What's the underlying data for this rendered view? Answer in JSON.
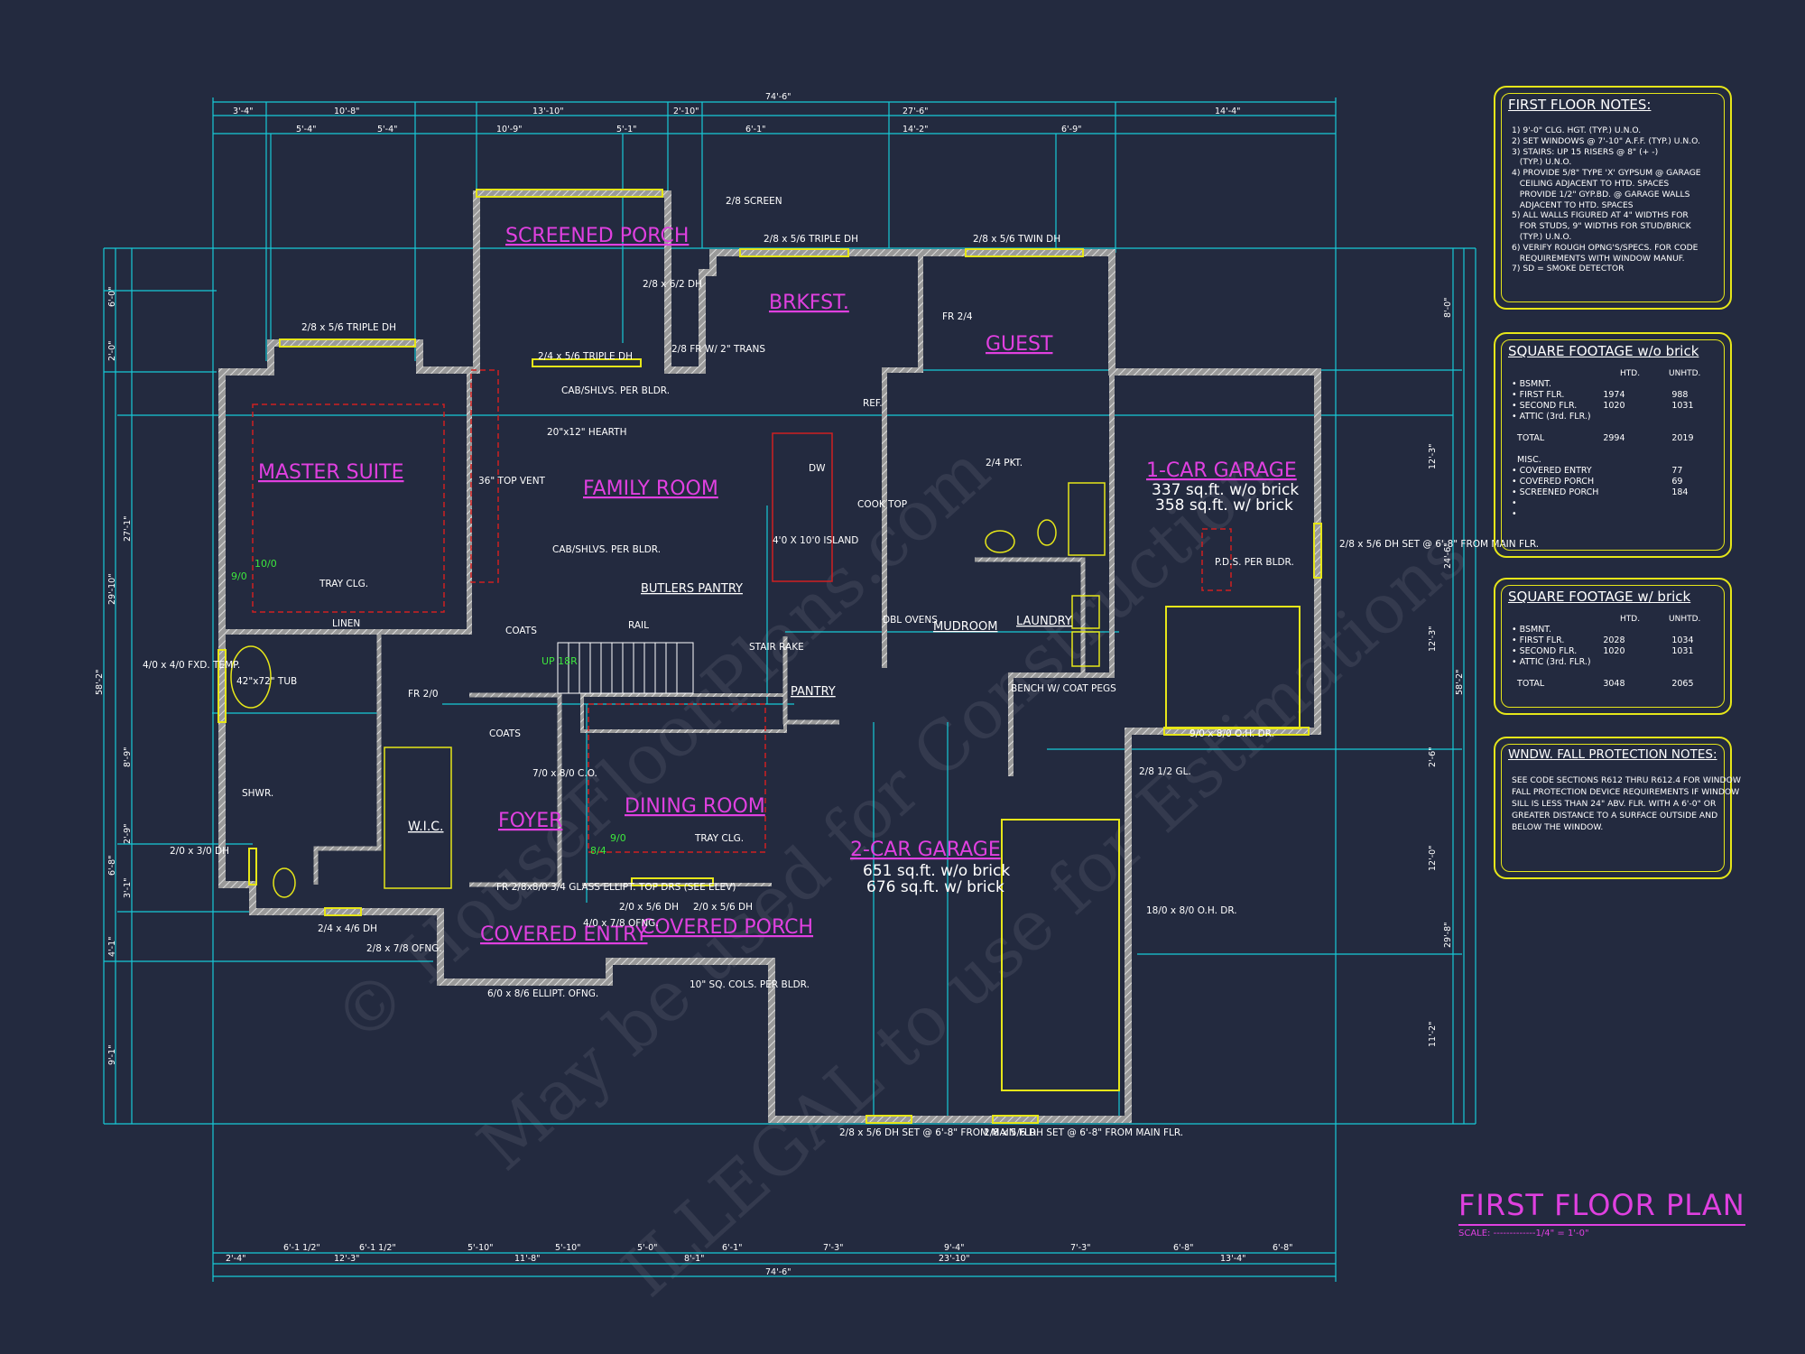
{
  "plan_title": "FIRST FLOOR PLAN",
  "plan_scale": "SCALE: -------------1/4\" = 1'-0\"",
  "watermark": [
    "© HouseFloorPlans.com",
    "May be used for Construction",
    "ILLEGAL to use for Estimations"
  ],
  "rooms": {
    "screened_porch": "SCREENED PORCH",
    "brkfst": "BRKFST.",
    "guest": "GUEST",
    "master_suite": "MASTER SUITE",
    "family_room": "FAMILY ROOM",
    "one_car_garage": "1-CAR GARAGE",
    "one_car_garage_area1": "337 sq.ft. w/o brick",
    "one_car_garage_area2": "358 sq.ft. w/ brick",
    "mudroom": "MUDROOM",
    "laundry": "LAUNDRY",
    "pantry": "PANTRY",
    "butlers_pantry": "BUTLERS PANTRY",
    "wic": "W.I.C.",
    "foyer": "FOYER",
    "dining_room": "DINING ROOM",
    "covered_entry": "COVERED ENTRY",
    "covered_porch": "COVERED PORCH",
    "two_car_garage": "2-CAR GARAGE",
    "two_car_garage_area1": "651 sq.ft. w/o brick",
    "two_car_garage_area2": "676 sq.ft. w/ brick"
  },
  "labels": {
    "screen": "2/8 SCREEN",
    "triple_dh_top": "2/8 x 5/6 TRIPLE DH",
    "twin_dh_top": "2/8 x 5/6 TWIN DH",
    "triple_dh_master": "2/8 x 5/6 TRIPLE DH",
    "triple_dh_porch": "2/4 x 5/6 TRIPLE DH",
    "cab_shlvs_1": "CAB/SHLVS. PER BLDR.",
    "hearth": "20\"x12\" HEARTH",
    "top_vent": "36\" TOP VENT",
    "cab_shlvs_2": "CAB/SHLVS. PER BLDR.",
    "island": "4'0 X 10'0 ISLAND",
    "cook_top": "COOK TOP",
    "dw": "DW",
    "ref": "REF.",
    "pkt": "2/4 PKT.",
    "tray_clg_master": "TRAY CLG.",
    "linen": "LINEN",
    "coats1": "COATS",
    "coats2": "COATS",
    "rail": "RAIL",
    "stair_rake": "STAIR RAKE",
    "dbl_ovens": "DBL OVENS",
    "bench": "BENCH W/ COAT PEGS",
    "tub": "42\"x72\" TUB",
    "fxd_temp": "4/0 x 4/0 FXD. TEMP.",
    "shwr": "SHWR.",
    "dh_master_bath": "2/0 x 3/0 DH",
    "dh_wic": "2/4 x 4/6 DH",
    "ofng_entry": "2/8 x 7/8 OFNG.",
    "fr_doors": "FR 2/8x8/0 3/4 GLASS ELLIPT. TOP DRS (SEE ELEV)",
    "ofng_7_8": "4/0 x 7/8 OFNG.",
    "ellipt": "6/0 x 8/6 ELLIPT. OFNG.",
    "sq_cols": "10\" SQ. COLS. PER BLDR.",
    "co_dining": "7/0 x 8/0 C.O.",
    "tray_clg_dining": "TRAY CLG.",
    "dh_dining_1": "2/0 x 5/6 DH",
    "dh_dining_2": "2/0 x 5/6 DH",
    "pds": "P.D.S. PER BLDR.",
    "dh_garage_side": "2/8 x 5/6 DH SET @ 6'-8\" FROM MAIN FLR.",
    "oh_dr_1": "9/0 x 8/0 O.H. DR.",
    "oh_dr_2": "18/0 x 8/0 O.H. DR.",
    "half_gl": "2/8 1/2 GL.",
    "dh_bottom_1": "2/8 x 5/6 DH SET @ 6'-8\" FROM MAIN FLR.",
    "dh_bottom_2": "2/8 x 5/6 DH SET @ 6'-8\" FROM MAIN FLR.",
    "up_18r": "UP 18R",
    "fr_2_0": "FR 2/0",
    "fr_2_4": "FR 2/4",
    "trans": "2/8 FR W/ 2\" TRANS",
    "dr_2_6_2": "2/8 x 6/2 DH",
    "sd_9": "9/0",
    "sd_10": "10/0",
    "sd_84": "8/4",
    "sd_90b": "9/0"
  },
  "dims_top": [
    "3'-4\"",
    "10'-8\"",
    "13'-10\"",
    "2'-10\"",
    "27'-6\"",
    "14'-4\""
  ],
  "dims_top2": [
    "5'-4\"",
    "5'-4\"",
    "10'-9\"",
    "5'-1\"",
    "6'-1\"",
    "14'-2\"",
    "6'-9\""
  ],
  "dim_overall_top": "74'-6\"",
  "dims_bottom": [
    "6'-1 1/2\"",
    "6'-1 1/2\"",
    "5'-10\"",
    "5'-10\"",
    "5'-0\"",
    "6'-1\"",
    "7'-3\"",
    "9'-4\"",
    "7'-3\"",
    "6'-8\"",
    "6'-8\""
  ],
  "dims_bottom2": [
    "2'-4\"",
    "12'-3\"",
    "11'-8\"",
    "8'-1\"",
    "23'-10\"",
    "13'-4\""
  ],
  "dim_overall_bottom": "74'-6\"",
  "dims_left": [
    "6'-0\"",
    "2'-0\"",
    "27'-1\"",
    "29'-10\"",
    "8'-9\"",
    "2'-9\"",
    "6'-8\"",
    "3'-1\"",
    "4'-1\"",
    "9'-1\""
  ],
  "dim_overall_left": "58'-2\"",
  "dims_right": [
    "8'-0\"",
    "12'-3\"",
    "24'-6\"",
    "12'-3\"",
    "2'-6\"",
    "12'-0\"",
    "29'-8\"",
    "11'-2\""
  ],
  "dim_overall_right": "58'-2\"",
  "notes_first_floor": {
    "title": "FIRST FLOOR NOTES:",
    "lines": [
      "1) 9'-0\" CLG. HGT. (TYP.) U.N.O.",
      "2) SET WINDOWS @ 7'-10\" A.F.F. (TYP.) U.N.O.",
      "3) STAIRS: UP 15 RISERS @ 8\" (+ -)",
      "   (TYP.) U.N.O.",
      "4) PROVIDE 5/8\" TYPE 'X' GYPSUM @ GARAGE",
      "   CEILING ADJACENT TO HTD. SPACES",
      "   PROVIDE 1/2\" GYP.BD. @ GARAGE WALLS",
      "   ADJACENT TO HTD. SPACES",
      "5) ALL WALLS FIGURED AT 4\" WIDTHS FOR",
      "   FOR STUDS, 9\" WIDTHS FOR STUD/BRICK",
      "   (TYP.) U.N.O.",
      "6) VERIFY ROUGH OPNG'S/SPECS. FOR CODE",
      "   REQUIREMENTS WITH WINDOW MANUF.",
      "7) SD = SMOKE DETECTOR"
    ]
  },
  "sqft_without_brick": {
    "title": "SQUARE FOOTAGE w/o brick",
    "col_htd": "HTD.",
    "col_unhtd": "UNHTD.",
    "rows": [
      {
        "label": "• BSMNT.",
        "htd": "",
        "unhtd": ""
      },
      {
        "label": "• FIRST FLR.",
        "htd": "1974",
        "unhtd": "988"
      },
      {
        "label": "• SECOND FLR.",
        "htd": "1020",
        "unhtd": "1031"
      },
      {
        "label": "• ATTIC (3rd. FLR.)",
        "htd": "",
        "unhtd": ""
      },
      {
        "label": "",
        "htd": "",
        "unhtd": ""
      },
      {
        "label": "  TOTAL",
        "htd": "2994",
        "unhtd": "2019"
      },
      {
        "label": "",
        "htd": "",
        "unhtd": ""
      },
      {
        "label": "  MISC.",
        "htd": "",
        "unhtd": ""
      },
      {
        "label": "• COVERED ENTRY",
        "htd": "",
        "unhtd": "77"
      },
      {
        "label": "• COVERED PORCH",
        "htd": "",
        "unhtd": "69"
      },
      {
        "label": "• SCREENED PORCH",
        "htd": "",
        "unhtd": "184"
      },
      {
        "label": "•",
        "htd": "",
        "unhtd": ""
      },
      {
        "label": "•",
        "htd": "",
        "unhtd": ""
      }
    ]
  },
  "sqft_with_brick": {
    "title": "SQUARE FOOTAGE w/ brick",
    "col_htd": "HTD.",
    "col_unhtd": "UNHTD.",
    "rows": [
      {
        "label": "• BSMNT.",
        "htd": "",
        "unhtd": ""
      },
      {
        "label": "• FIRST FLR.",
        "htd": "2028",
        "unhtd": "1034"
      },
      {
        "label": "• SECOND FLR.",
        "htd": "1020",
        "unhtd": "1031"
      },
      {
        "label": "• ATTIC (3rd. FLR.)",
        "htd": "",
        "unhtd": ""
      },
      {
        "label": "",
        "htd": "",
        "unhtd": ""
      },
      {
        "label": "  TOTAL",
        "htd": "3048",
        "unhtd": "2065"
      }
    ]
  },
  "fall_protection": {
    "title": "WNDW. FALL PROTECTION NOTES:",
    "lines": [
      "SEE CODE SECTIONS R612 THRU R612.4 FOR WINDOW",
      "FALL PROTECTION DEVICE REQUIREMENTS IF WINDOW",
      "SILL IS LESS THAN 24\" ABV. FLR. WITH A 6'-0\" OR",
      "GREATER DISTANCE TO A SURFACE OUTSIDE AND",
      "BELOW THE WINDOW."
    ]
  },
  "colors": {
    "background": "#232a3f",
    "dimension_lines": "#17c9d6",
    "walls": "#c8c8c8",
    "room_labels": "#e040e0",
    "panel_border": "#e6e619",
    "windows": "#e6e619",
    "fixtures_red": "#d02020",
    "smoke_detector_green": "#3de83d"
  }
}
